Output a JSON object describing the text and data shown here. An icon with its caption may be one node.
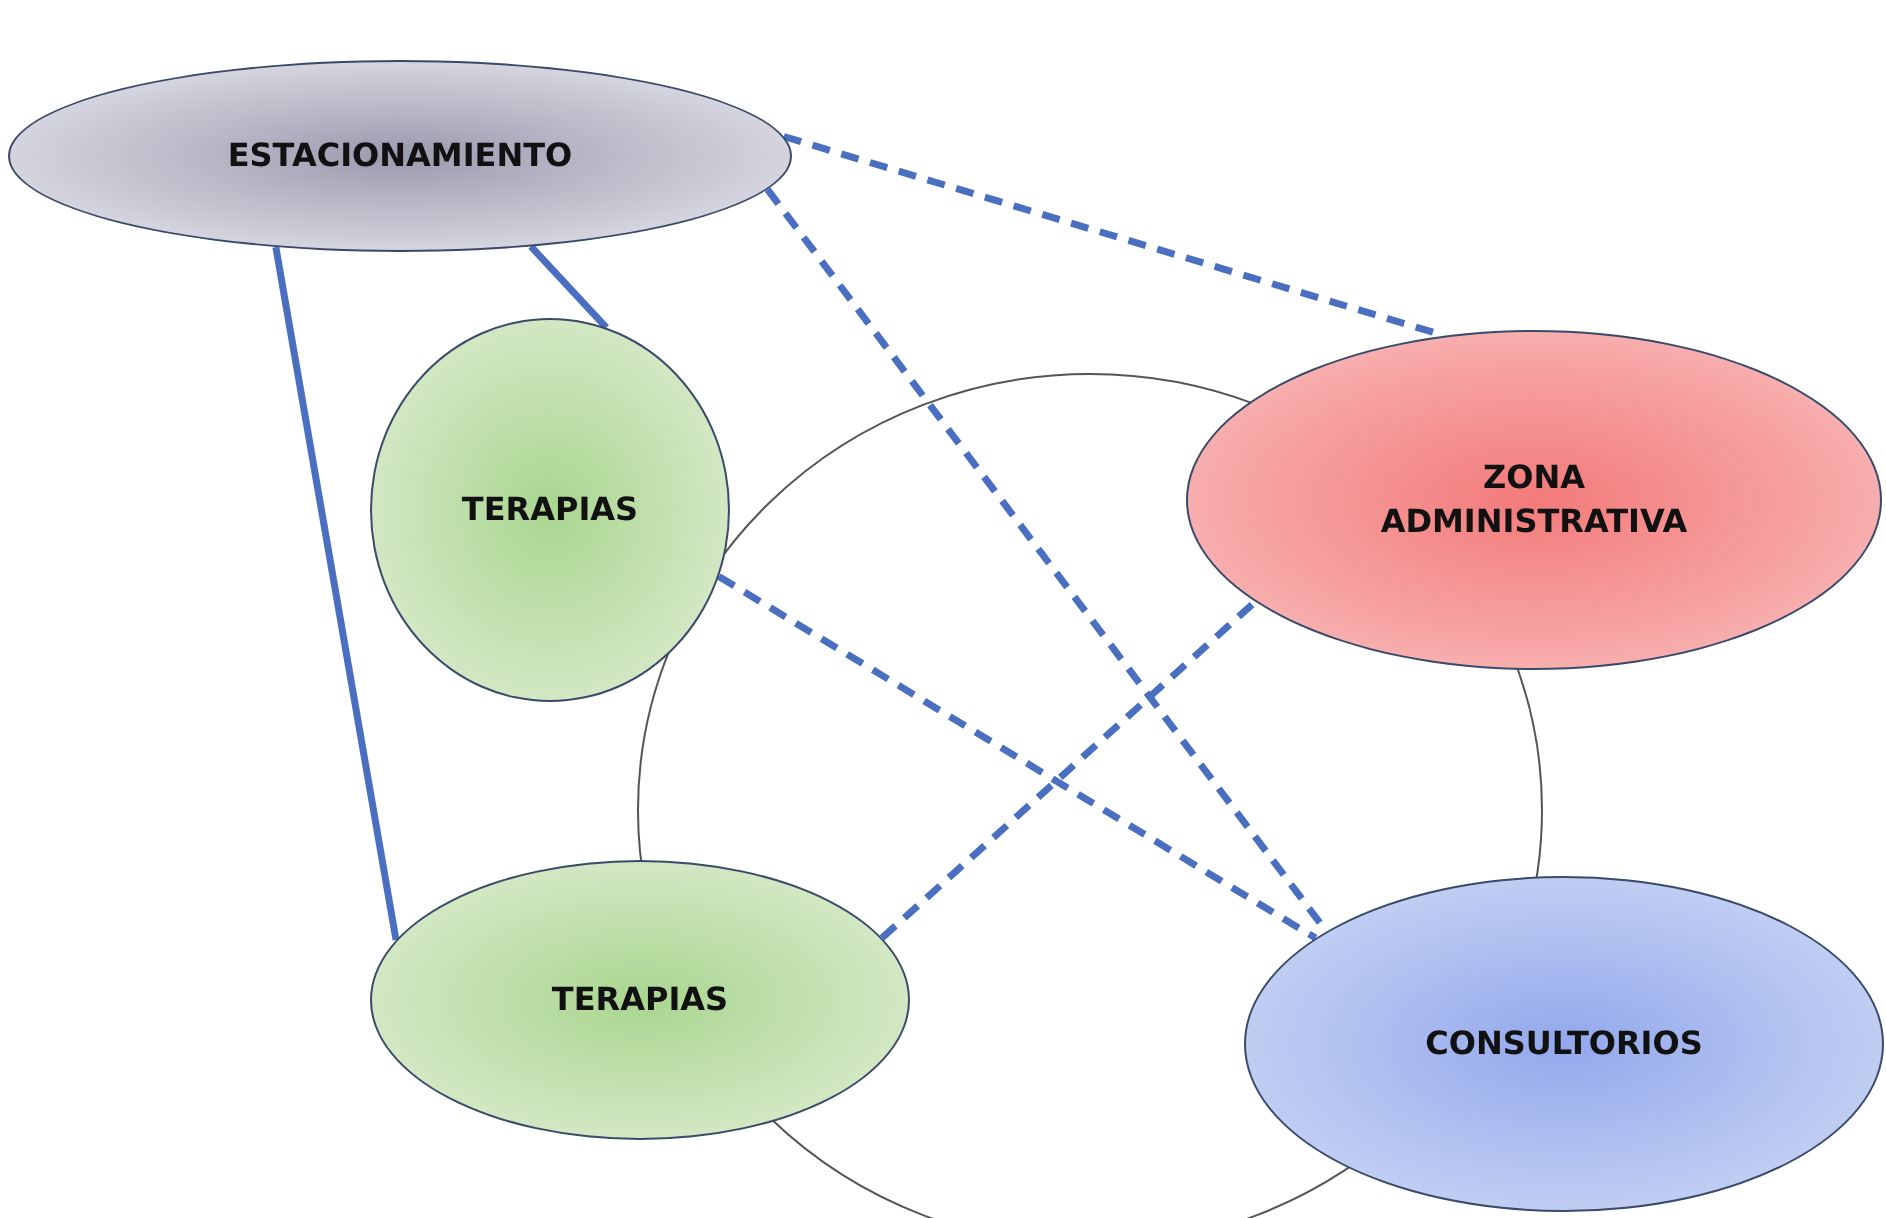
{
  "diagram": {
    "nodes": [
      {
        "text": [
          "ESTACIONAMIENTO"
        ]
      },
      {
        "text": [
          "TERAPIAS"
        ]
      },
      {
        "text": [
          "ZONA ADMINISTRATIVA"
        ]
      },
      {
        "text": [
          "TERAPIAS"
        ]
      },
      {
        "text": [
          "CONSULTORIOS"
        ]
      }
    ],
    "edges": [
      {
        "from": 0,
        "to": 1,
        "arrow": "none"
      },
      {
        "from": 0,
        "to": 3,
        "arrow": "none"
      },
      {
        "from": 0,
        "to": 2,
        "arrow": "none",
        "style": "dashed"
      },
      {
        "from": 0,
        "to": 4,
        "arrow": "none",
        "style": "dashed"
      },
      {
        "from": 1,
        "to": 4,
        "arrow": "none",
        "style": "dashed"
      },
      {
        "from": 3,
        "to": 2,
        "arrow": "none",
        "style": "dashed"
      }
    ]
  }
}
